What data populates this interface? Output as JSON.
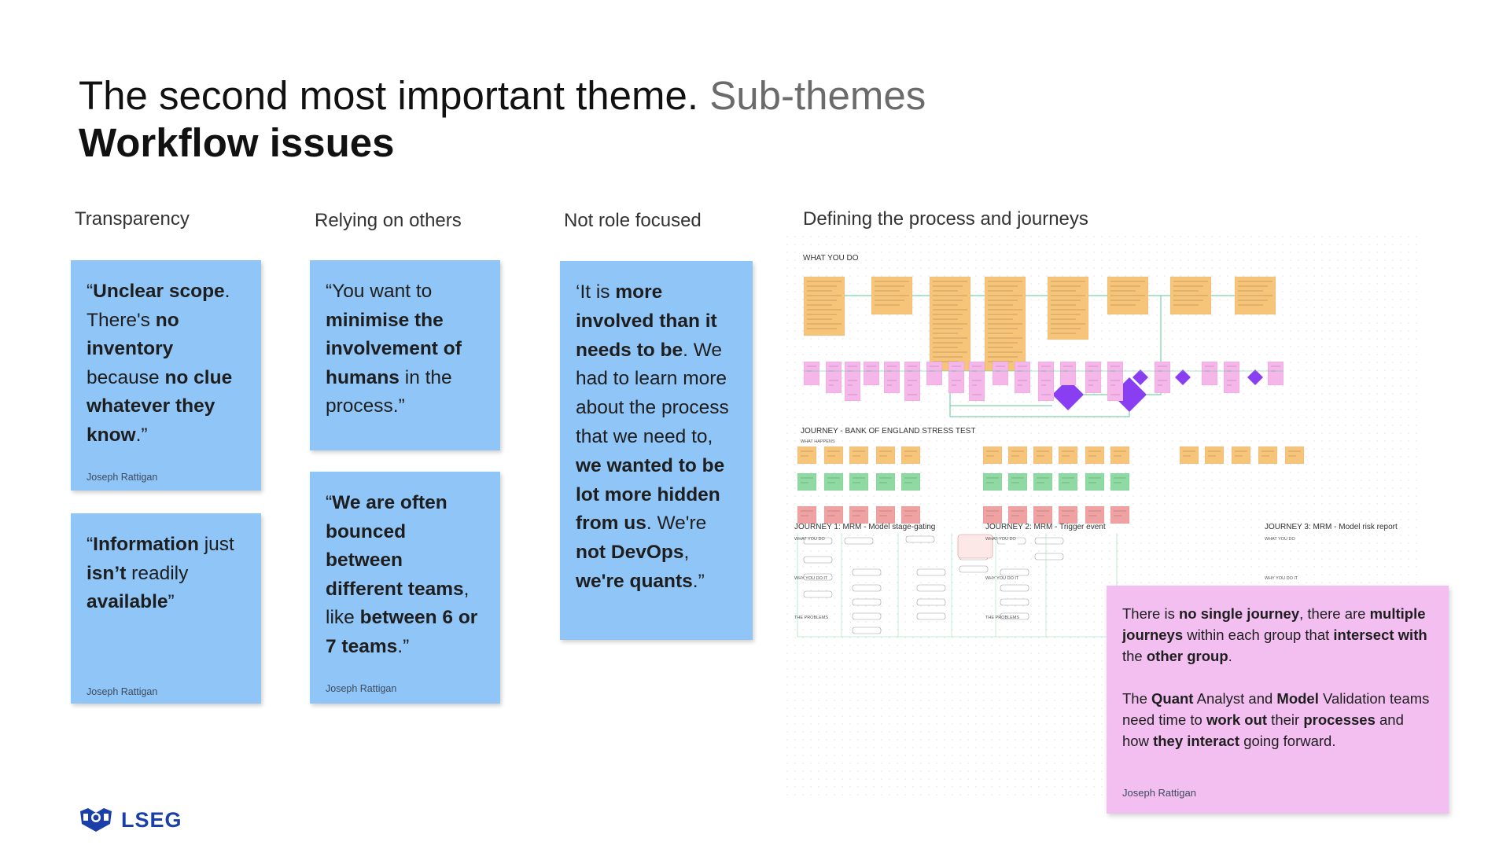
{
  "header": {
    "title": "The second most important theme.",
    "title_suffix": "Sub-themes",
    "subtitle": "Workflow issues"
  },
  "columns": {
    "transparency": "Transparency",
    "relying": "Relying on others",
    "not_role": "Not role focused",
    "defining": "Defining the process and journeys"
  },
  "notes": {
    "n1": {
      "parts": [
        {
          "t": "“",
          "b": false
        },
        {
          "t": "Unclear scope",
          "b": true
        },
        {
          "t": ". There's ",
          "b": false
        },
        {
          "t": "no inventory",
          "b": true
        },
        {
          "t": " because ",
          "b": false
        },
        {
          "t": "no clue whatever they know",
          "b": true
        },
        {
          "t": ".”",
          "b": false
        }
      ],
      "author": "Joseph Rattigan"
    },
    "n2": {
      "parts": [
        {
          "t": "“",
          "b": false
        },
        {
          "t": "Information",
          "b": true
        },
        {
          "t": " just ",
          "b": false
        },
        {
          "t": "isn’t",
          "b": true
        },
        {
          "t": " readily ",
          "b": false
        },
        {
          "t": "available",
          "b": true
        },
        {
          "t": "”",
          "b": false
        }
      ],
      "author": "Joseph Rattigan"
    },
    "n3": {
      "parts": [
        {
          "t": "“You want to ",
          "b": false
        },
        {
          "t": "minimise the involvement of humans",
          "b": true
        },
        {
          "t": " in the process.”",
          "b": false
        }
      ]
    },
    "n4": {
      "parts": [
        {
          "t": "“",
          "b": false
        },
        {
          "t": "We are often bounced between different teams",
          "b": true
        },
        {
          "t": ", like ",
          "b": false
        },
        {
          "t": "between 6 or 7 teams",
          "b": true
        },
        {
          "t": ".”",
          "b": false
        }
      ],
      "author": "Joseph Rattigan"
    },
    "n5": {
      "parts": [
        {
          "t": "‘It is ",
          "b": false
        },
        {
          "t": "more involved than it needs to be",
          "b": true
        },
        {
          "t": ". We had to learn more about the process that we need to, ",
          "b": false
        },
        {
          "t": "we wanted to be lot more hidden from us",
          "b": true
        },
        {
          "t": ". We're ",
          "b": false
        },
        {
          "t": "not DevOps",
          "b": true
        },
        {
          "t": ", ",
          "b": false
        },
        {
          "t": "we're quants",
          "b": true
        },
        {
          "t": ".”",
          "b": false
        }
      ]
    },
    "pink": {
      "p1": [
        {
          "t": "There is ",
          "b": false
        },
        {
          "t": "no single journey",
          "b": true
        },
        {
          "t": ", there are ",
          "b": false
        },
        {
          "t": "multiple journeys",
          "b": true
        },
        {
          "t": " within each group that ",
          "b": false
        },
        {
          "t": "intersect with",
          "b": true
        },
        {
          "t": " the ",
          "b": false
        },
        {
          "t": "other group",
          "b": true
        },
        {
          "t": ".",
          "b": false
        }
      ],
      "p2": [
        {
          "t": "The ",
          "b": false
        },
        {
          "t": "Quant",
          "b": true
        },
        {
          "t": " Analyst and ",
          "b": false
        },
        {
          "t": "Model",
          "b": true
        },
        {
          "t": " Validation teams need time to ",
          "b": false
        },
        {
          "t": "work out",
          "b": true
        },
        {
          "t": " their ",
          "b": false
        },
        {
          "t": "processes",
          "b": true
        },
        {
          "t": " and how ",
          "b": false
        },
        {
          "t": "they interact",
          "b": true
        },
        {
          "t": " going forward.",
          "b": false
        }
      ],
      "author": "Joseph Rattigan"
    }
  },
  "board": {
    "what_you_do": "WHAT YOU DO",
    "journey_boe": "JOURNEY - BANK OF ENGLAND STRESS TEST",
    "what_happens": "WHAT HAPPENS",
    "journey1": "JOURNEY 1: MRM - Model stage-gating",
    "journey2": "JOURNEY 2: MRM - Trigger event",
    "journey3": "JOURNEY 3: MRM - Model risk report",
    "what_you_do_small": "WHAT YOU DO",
    "why_you_do_it": "WHY YOU DO IT",
    "the_problems": "THE PROBLEMS"
  },
  "colors": {
    "note_blue": "#90c5f7",
    "note_pink": "#f2bff0",
    "sticky_orange": "#f7c57a",
    "sticky_pink": "#f5b6ea",
    "sticky_green": "#8fd9a3",
    "sticky_red": "#f0a2a2",
    "diamond_purple": "#8a3ef2",
    "brand_blue": "#1b3fa8"
  },
  "logo": {
    "text": "LSEG",
    "icon": "lseg-crest-icon"
  }
}
